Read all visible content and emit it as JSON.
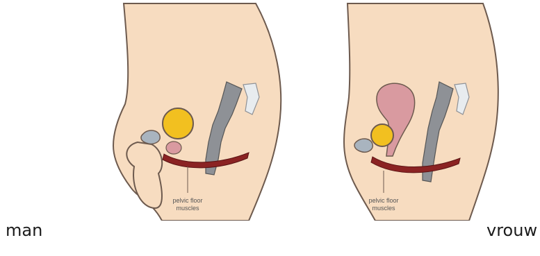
{
  "panels": {
    "man": {
      "caption_line1": "pelvic floor",
      "caption_line2": "muscles"
    },
    "woman": {
      "caption_line1": "pelvic floor",
      "caption_line2": "muscles"
    }
  },
  "labels": {
    "man": "man",
    "woman": "vrouw"
  },
  "colors": {
    "skin": "#f7dcc0",
    "outline": "#6d5a4e",
    "bladder": "#f2c020",
    "spine": "#8e9196",
    "muscle": "#8b2323",
    "uterus": "#d99aa0",
    "pubic_bone": "#a9b4bf"
  }
}
